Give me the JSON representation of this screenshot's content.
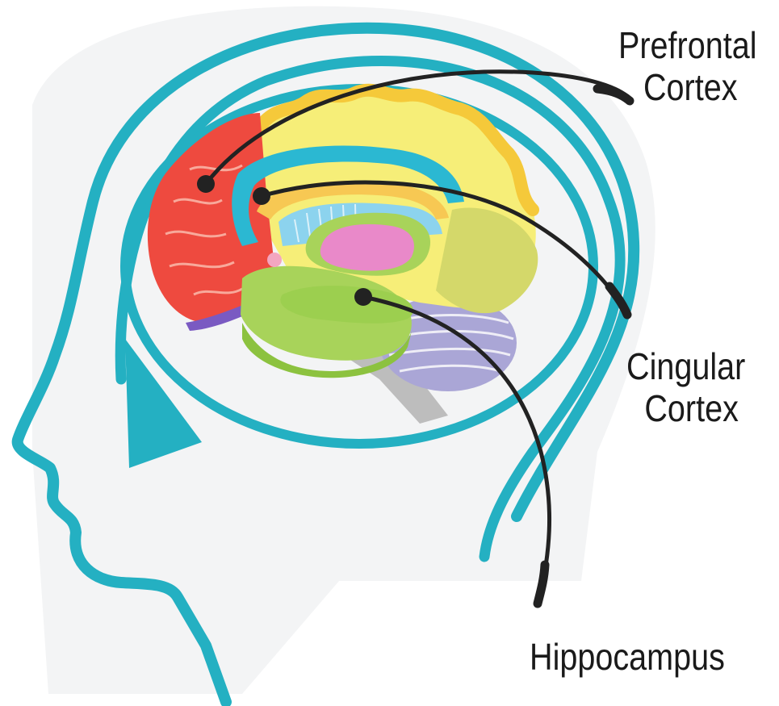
{
  "colors": {
    "head_outline": "#24b0c2",
    "leader_line": "#222222",
    "prefrontal": "#ee4a3f",
    "frontal_lobe": "#f6ee78",
    "cingulate": "#2bb8d2",
    "corpus_callosum": "#f7c853",
    "limbic": "#a8d35a",
    "thalamus": "#e989c9",
    "cerebellum": "#aaa6d6",
    "brainstem": "#bdbdbd"
  },
  "labels": [
    {
      "id": "prefrontal",
      "lines": [
        "Prefrontal",
        "Cortex"
      ]
    },
    {
      "id": "cingular",
      "lines": [
        "Cingular",
        "Cortex"
      ]
    },
    {
      "id": "hippocampus",
      "lines": [
        "Hippocampus"
      ]
    }
  ]
}
